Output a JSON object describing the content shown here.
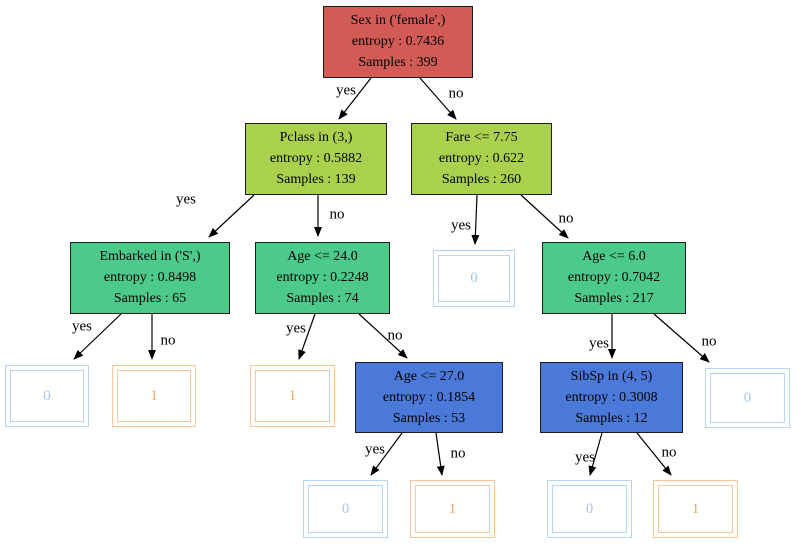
{
  "colors": {
    "node-red": "#d25c55",
    "node-yellowgreen": "#a9d14e",
    "node-green": "#4cca8b",
    "node-blue": "#4a79d9",
    "leaf-blue-border": "#b9d4f0",
    "leaf-blue-text": "#a6c6ea",
    "leaf-orange-border": "#f8c69a",
    "leaf-orange-text": "#f2a963",
    "edge": "#000000"
  },
  "tree": {
    "nodes": [
      {
        "id": "sex",
        "condition": "Sex in ('female',)",
        "entropy": "entropy : 0.7436",
        "samples": "Samples : 399",
        "color": "red"
      },
      {
        "id": "pclass",
        "condition": "Pclass in (3,)",
        "entropy": "entropy : 0.5882",
        "samples": "Samples : 139",
        "color": "yellowgreen"
      },
      {
        "id": "fare",
        "condition": "Fare <= 7.75",
        "entropy": "entropy : 0.622",
        "samples": "Samples : 260",
        "color": "yellowgreen"
      },
      {
        "id": "embarked",
        "condition": "Embarked in ('S',)",
        "entropy": "entropy : 0.8498",
        "samples": "Samples : 65",
        "color": "green"
      },
      {
        "id": "age24",
        "condition": "Age <= 24.0",
        "entropy": "entropy : 0.2248",
        "samples": "Samples : 74",
        "color": "green"
      },
      {
        "id": "age6",
        "condition": "Age <= 6.0",
        "entropy": "entropy : 0.7042",
        "samples": "Samples : 217",
        "color": "green"
      },
      {
        "id": "age27",
        "condition": "Age <= 27.0",
        "entropy": "entropy : 0.1854",
        "samples": "Samples : 53",
        "color": "blue"
      },
      {
        "id": "sibsp",
        "condition": "SibSp in (4, 5)",
        "entropy": "entropy : 0.3008",
        "samples": "Samples : 12",
        "color": "blue"
      }
    ],
    "leaves": [
      {
        "id": "leaf-a",
        "value": "0",
        "class": "blue"
      },
      {
        "id": "leaf-b",
        "value": "0",
        "class": "blue"
      },
      {
        "id": "leaf-c",
        "value": "1",
        "class": "orange"
      },
      {
        "id": "leaf-d",
        "value": "1",
        "class": "orange"
      },
      {
        "id": "leaf-e",
        "value": "0",
        "class": "blue"
      },
      {
        "id": "leaf-f",
        "value": "0",
        "class": "blue"
      },
      {
        "id": "leaf-g",
        "value": "1",
        "class": "orange"
      },
      {
        "id": "leaf-h",
        "value": "0",
        "class": "blue"
      },
      {
        "id": "leaf-i",
        "value": "1",
        "class": "orange"
      }
    ],
    "edges": [
      {
        "from": "sex",
        "to": "pclass",
        "label": "yes"
      },
      {
        "from": "sex",
        "to": "fare",
        "label": "no"
      },
      {
        "from": "pclass",
        "to": "embarked",
        "label": "yes"
      },
      {
        "from": "pclass",
        "to": "age24",
        "label": "no"
      },
      {
        "from": "fare",
        "to": "leaf-a",
        "label": "yes"
      },
      {
        "from": "fare",
        "to": "age6",
        "label": "no"
      },
      {
        "from": "embarked",
        "to": "leaf-b",
        "label": "yes"
      },
      {
        "from": "embarked",
        "to": "leaf-c",
        "label": "no"
      },
      {
        "from": "age24",
        "to": "leaf-d",
        "label": "yes"
      },
      {
        "from": "age24",
        "to": "age27",
        "label": "no"
      },
      {
        "from": "age6",
        "to": "sibsp",
        "label": "yes"
      },
      {
        "from": "age6",
        "to": "leaf-e",
        "label": "no"
      },
      {
        "from": "age27",
        "to": "leaf-f",
        "label": "yes"
      },
      {
        "from": "age27",
        "to": "leaf-g",
        "label": "no"
      },
      {
        "from": "sibsp",
        "to": "leaf-h",
        "label": "yes"
      },
      {
        "from": "sibsp",
        "to": "leaf-i",
        "label": "no"
      }
    ]
  }
}
